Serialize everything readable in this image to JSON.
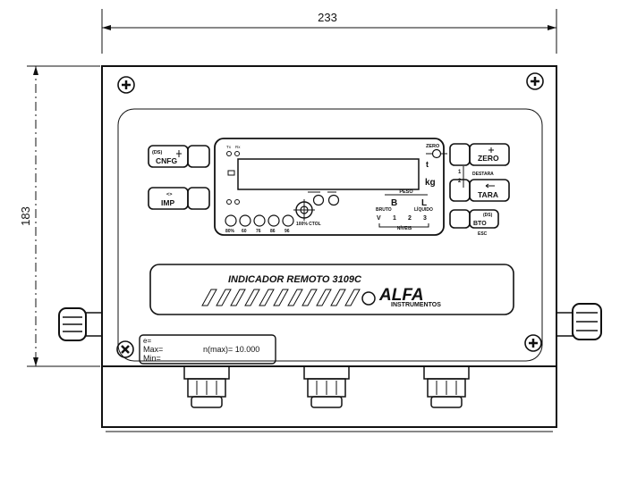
{
  "dimensions": {
    "width": "233",
    "height": "183"
  },
  "display": {
    "cnfg_button": {
      "top": "(DS)",
      "label": "CNFG"
    },
    "imp_button": {
      "top": "<>",
      "label": "IMP"
    },
    "zero_button": {
      "label": "ZERO"
    },
    "tara_button": {
      "label": "TARA"
    },
    "bto_button": {
      "top": "(DS)",
      "label": "BTO",
      "sub": "ESC"
    },
    "zero_indicator": "ZERO",
    "desttara": "DESTARA",
    "arrow_marks": [
      "1",
      "2"
    ],
    "unit_t": "t",
    "unit_kg": "kg",
    "peso_label": "PESO",
    "bruto_letter": "B",
    "liquido_letter": "L",
    "bruto_label": "BRUTO",
    "liquido_label": "LÍQUIDO",
    "niveis_values": [
      "V",
      "1",
      "2",
      "3"
    ],
    "niveis_label": "NÍVEIS",
    "bar_labels": [
      "80%",
      "60",
      "76",
      "86",
      "96"
    ],
    "ctol_label": "100% CTOL",
    "tiny_top_labels": [
      "Tx",
      "Rx"
    ]
  },
  "nameplate": {
    "title": "INDICADOR REMOTO 3109C",
    "brand": "ALFA",
    "brand_sub": "INSTRUMENTOS"
  },
  "spec_label": {
    "e": "e=",
    "max": "Max=",
    "min": "Min=",
    "nmax": "n(max)= 10.000"
  }
}
